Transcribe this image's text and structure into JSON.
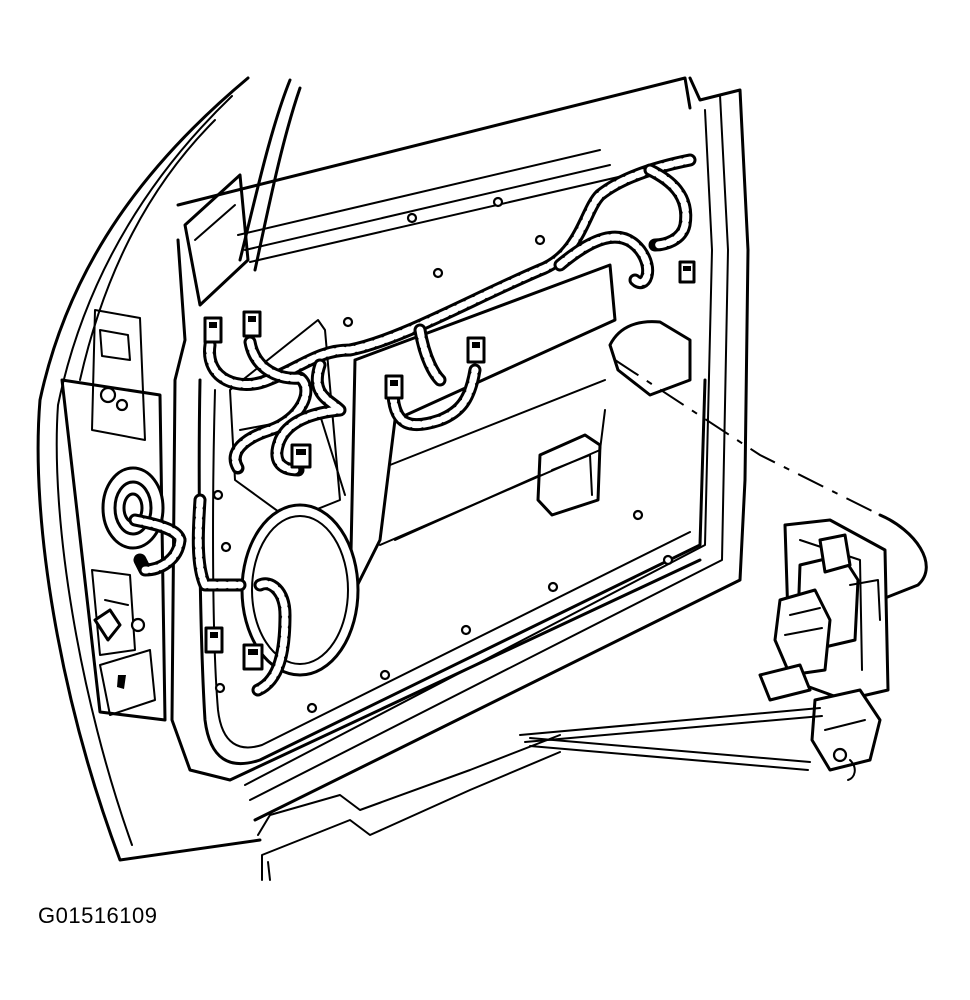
{
  "figure": {
    "id_label": "G01516109"
  },
  "icons": {
    "door": "door-outline",
    "harness": "wiring-harness",
    "speaker": "speaker-opening",
    "latch": "door-latch-assembly",
    "rods": "latch-rods",
    "connector": "electrical-connector"
  }
}
